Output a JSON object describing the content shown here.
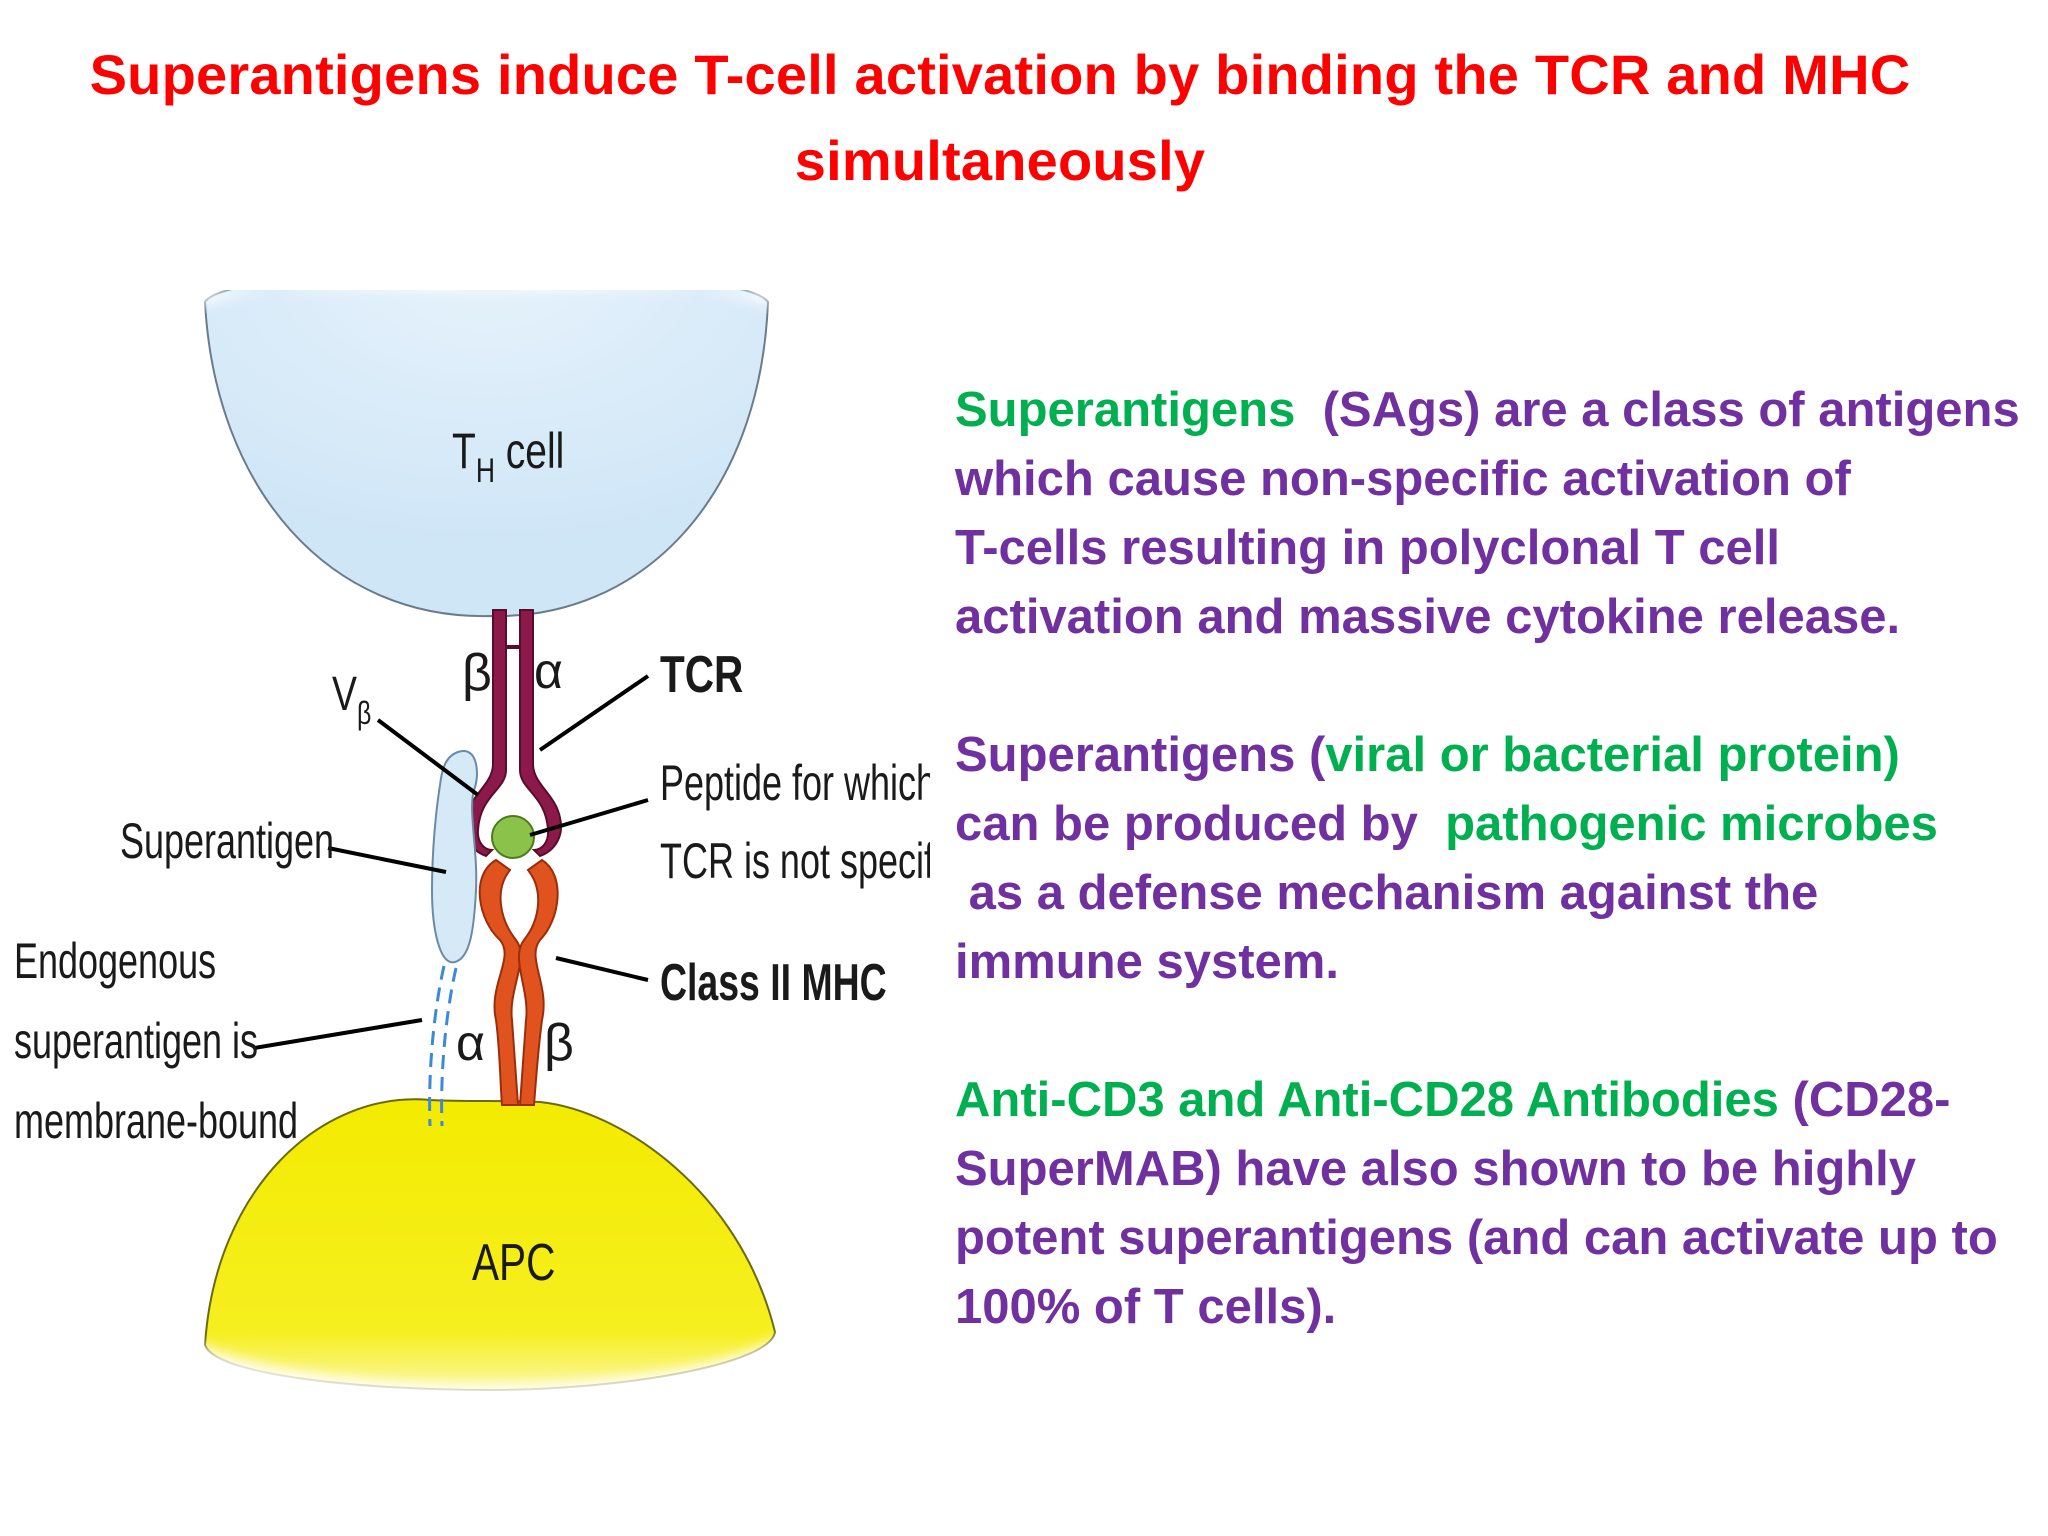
{
  "title": {
    "line1": "Superantigens  induce T-cell activation by binding the TCR and MHC",
    "line2": "simultaneously"
  },
  "diagram": {
    "th_cell_main": "T",
    "th_cell_sub": "H",
    "th_cell_rest": " cell",
    "apc": "APC",
    "tcr_beta": "β",
    "tcr_alpha": "α",
    "v_beta_main": "V",
    "v_beta_sub": "β",
    "tcr": "TCR",
    "peptide_line1": "Peptide for which",
    "peptide_line2": "TCR is not specific",
    "superantigen": "Superantigen",
    "class2_mhc": "Class II MHC",
    "mhc_alpha": "α",
    "mhc_beta": "β",
    "endogenous_line1": "Endogenous",
    "endogenous_line2": "superantigen is",
    "endogenous_line3": "membrane-bound",
    "colors": {
      "th_cell": "#cfe6f7",
      "apc": "#f2ea00",
      "tcr": "#8b1a4a",
      "mhc": "#e0521e",
      "peptide": "#8bc34a",
      "superantigen": "#d6e9f6"
    }
  },
  "text": {
    "p1": [
      {
        "s1": "Superantigens ",
        "s2": " (SAgs) are a class of antigens"
      },
      {
        "t": "which cause non-specific activation of"
      },
      {
        "t": "T-cells resulting in polyclonal T cell"
      },
      {
        "t": "activation and massive cytokine release."
      }
    ],
    "p2": {
      "l1a": "Superantigens (",
      "l1b": "viral or bacterial protein)",
      "l2a": "can be produced by ",
      "l2b": " pathogenic microbes",
      "l3": " as a defense mechanism against the",
      "l4": "immune system."
    },
    "p3": {
      "l1a": "Anti-CD3 and Anti-CD28 Antibodies ",
      "l1b": "(CD28-",
      "l2": "SuperMAB) have also shown to be highly",
      "l3": "potent superantigens (and can activate up to",
      "l4": "100% of T cells)."
    },
    "colors": {
      "green": "#00b050",
      "purple": "#7030a0"
    }
  }
}
